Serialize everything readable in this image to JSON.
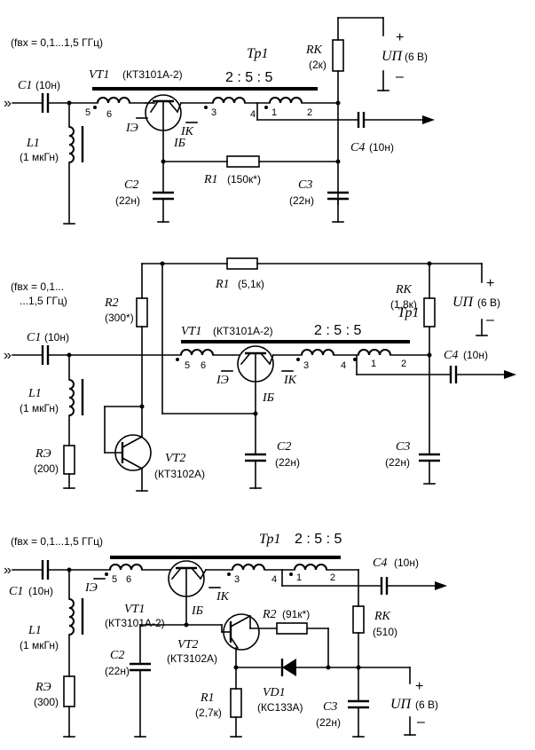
{
  "circuit1": {
    "freq": "(fвх = 0,1...1,5 ГГц)",
    "vt1": "VT1",
    "vt1_type": "(КТ3101А-2)",
    "tp": "Тр1",
    "ratio": "2 : 5 : 5",
    "rk": "RК",
    "rk_val": "(2к)",
    "up": "UП",
    "up_val": "(6 В)",
    "plus": "+",
    "minus": "–",
    "c1": "C1",
    "c1_val": "(10н)",
    "l1": "L1",
    "l1_val": "(1 мкГн)",
    "c4": "C4",
    "c4_val": "(10н)",
    "c2": "C2",
    "c2_val": "(22н)",
    "c3": "C3",
    "c3_val": "(22н)",
    "r1": "R1",
    "r1_val": "(150к*)",
    "ie": "IЭ",
    "ik": "IК",
    "ib": "IБ",
    "pins": [
      "5",
      "6",
      "3",
      "4",
      "1",
      "2"
    ]
  },
  "circuit2": {
    "freq1": "(fвх = 0,1...",
    "freq2": "...1,5 ГГц)",
    "r1": "R1",
    "r1_val": "(5,1к)",
    "r2": "R2",
    "r2_val": "(300*)",
    "rk": "RК",
    "rk_val": "(1,8к)",
    "up": "UП",
    "up_val": "(6 В)",
    "plus": "+",
    "minus": "–",
    "tp": "Тр1",
    "vt1": "VT1",
    "vt1_type": "(КТ3101А-2)",
    "ratio": "2 : 5 : 5",
    "c1": "C1",
    "c1_val": "(10н)",
    "c4": "C4",
    "c4_val": "(10н)",
    "l1": "L1",
    "l1_val": "(1 мкГн)",
    "re": "RЭ",
    "re_val": "(200)",
    "vt2": "VT2",
    "vt2_type": "(КТ3102А)",
    "c2": "C2",
    "c2_val": "(22н)",
    "c3": "C3",
    "c3_val": "(22н)",
    "ie": "IЭ",
    "ik": "IК",
    "ib": "IБ",
    "pins": [
      "5",
      "6",
      "3",
      "4",
      "1",
      "2"
    ]
  },
  "circuit3": {
    "freq": "(fвх = 0,1...1,5 ГГц)",
    "tp": "Тр1",
    "ratio": "2 : 5 : 5",
    "c1": "C1",
    "c1_val": "(10н)",
    "c4": "C4",
    "c4_val": "(10н)",
    "vt1": "VT1",
    "vt1_type": "(КТ3101А-2)",
    "rk": "RК",
    "rk_val": "(510)",
    "l1": "L1",
    "l1_val": "(1 мкГн)",
    "r2": "R2",
    "r2_val": "(91к*)",
    "vt2": "VT2",
    "vt2_type": "(КТ3102А)",
    "c2": "C2",
    "c2_val": "(22н)",
    "re": "RЭ",
    "re_val": "(300)",
    "r1": "R1",
    "r1_val": "(2,7к)",
    "vd1": "VD1",
    "vd1_type": "(КС133А)",
    "c3": "C3",
    "c3_val": "(22н)",
    "up": "UП",
    "up_val": "(6 В)",
    "plus": "+",
    "minus": "–",
    "ie": "IЭ",
    "ik": "IК",
    "ib": "IБ",
    "pins": [
      "5",
      "6",
      "3",
      "4",
      "1",
      "2"
    ]
  }
}
